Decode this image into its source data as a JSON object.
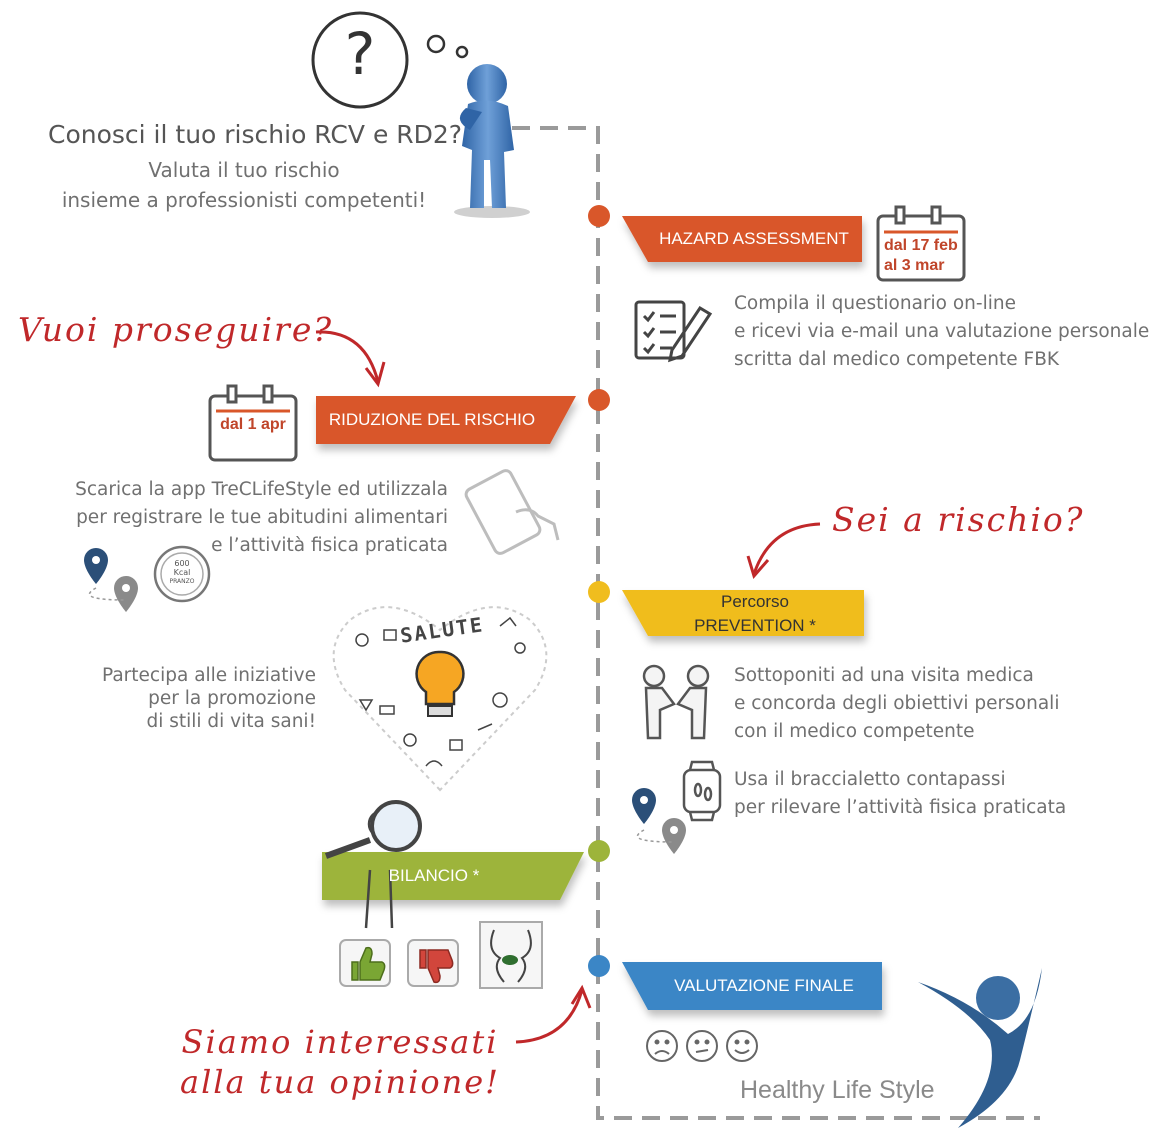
{
  "intro": {
    "question_mark": "?",
    "title": "Conosci il tuo rischio RCV e RD2?",
    "line2": "Valuta il tuo rischio",
    "line3": "insieme a professionisti competenti!"
  },
  "steps": {
    "hazard": {
      "label": "HAZARD ASSESSMENT",
      "date_line1": "dal 17 feb",
      "date_line2": "al 3 mar",
      "desc": [
        "Compila il questionario on-line",
        "e ricevi via e-mail una valutazione personale",
        "scritta dal medico competente FBK"
      ],
      "color": "#d9572a"
    },
    "riduzione": {
      "label": "RIDUZIONE DEL RISCHIO",
      "date": "dal 1 apr",
      "prompt": "Vuoi proseguire?",
      "desc": [
        "Scarica la app TreCLifeStyle ed utilizzala",
        "per registrare le tue abitudini alimentari",
        "e l’attività fisica praticata"
      ],
      "kcal_badge": [
        "600",
        "Kcal",
        "PRANZO"
      ],
      "promo": [
        "Partecipa alle iniziative",
        "per la promozione",
        "di stili di vita sani!"
      ],
      "heart_word": "SALUTE",
      "color": "#d9572a"
    },
    "prevention": {
      "prompt": "Sei a rischio?",
      "label_line1": "Percorso",
      "label_line2": "PREVENTION *",
      "desc1": [
        "Sottoponiti ad una visita medica",
        "e concorda degli obiettivi personali",
        "con il medico competente"
      ],
      "desc2": [
        "Usa il braccialetto contapassi",
        "per rilevare l’attività fisica praticata"
      ],
      "color": "#f0bd1e"
    },
    "bilancio": {
      "label": "BILANCIO *",
      "color": "#9db43a"
    },
    "valutazione": {
      "label": "VALUTAZIONE FINALE",
      "prompt_line1": "Siamo interessati",
      "prompt_line2": "alla tua opinione!",
      "color": "#3b86c6"
    }
  },
  "brand": "Healthy Life Style",
  "icons": [
    "question-bubble-icon",
    "thinking-figure-icon",
    "calendar-icon",
    "checklist-icon",
    "tablet-hand-icon",
    "map-pin-icon",
    "kcal-badge-icon",
    "lightbulb-icon",
    "handshake-icon",
    "smartwatch-icon",
    "magnifier-icon",
    "thumbs-up-icon",
    "thumbs-down-icon",
    "faces-chat-icon",
    "sad-face-icon",
    "neutral-face-icon",
    "happy-face-icon",
    "person-logo-icon"
  ]
}
